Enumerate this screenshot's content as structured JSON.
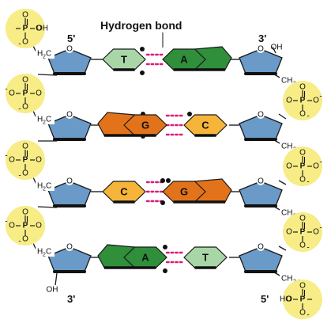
{
  "diagram": {
    "title": "Hydrogen bond",
    "end_labels": {
      "top_left": "5'",
      "top_right": "3'",
      "bottom_left": "3'",
      "bottom_right": "5'"
    },
    "phosphate": {
      "P": "P",
      "O": "O",
      "O_minus": "O",
      "minus": "-",
      "OH": "OH",
      "HO": "HO"
    },
    "sugar": {
      "ring_O": "O",
      "H2C_H": "H",
      "H2C_2": "2",
      "H2C_C": "C",
      "CH2_C": "CH",
      "CH2_2": "2",
      "OH": "OH"
    },
    "base_pairs": [
      {
        "left": "T",
        "right": "A",
        "bonds": 2
      },
      {
        "left": "G",
        "right": "C",
        "bonds": 3
      },
      {
        "left": "C",
        "right": "G",
        "bonds": 3
      },
      {
        "left": "A",
        "right": "T",
        "bonds": 2
      }
    ],
    "colors": {
      "phosphate_fill": "#f7ec86",
      "sugar_fill": "#6a9ac8",
      "T": "#a9d6a6",
      "A": "#2f8f3a",
      "G": "#e3731a",
      "C": "#f6b43a",
      "hydrogen_bond": "#e0197a"
    }
  }
}
